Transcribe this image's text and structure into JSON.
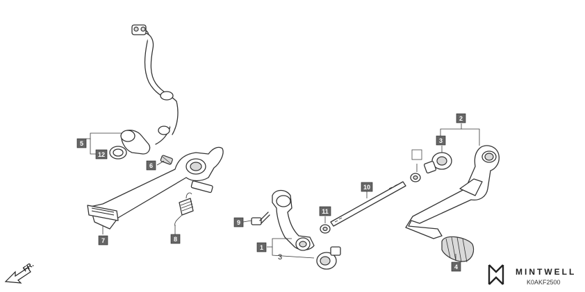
{
  "callouts": {
    "c1": "1",
    "c2": "2",
    "c3": "3",
    "c4": "4",
    "c5": "5",
    "c6": "6",
    "c7": "7",
    "c8": "8",
    "c9": "9",
    "c10": "10",
    "c11": "11",
    "c12": "12",
    "c3_plain": "3"
  },
  "direction_label": "FR.",
  "watermark": {
    "brand": "MINTWELL",
    "code": "K0AKF2500"
  },
  "colors": {
    "callout_fill": "#666666",
    "line": "#333333"
  }
}
